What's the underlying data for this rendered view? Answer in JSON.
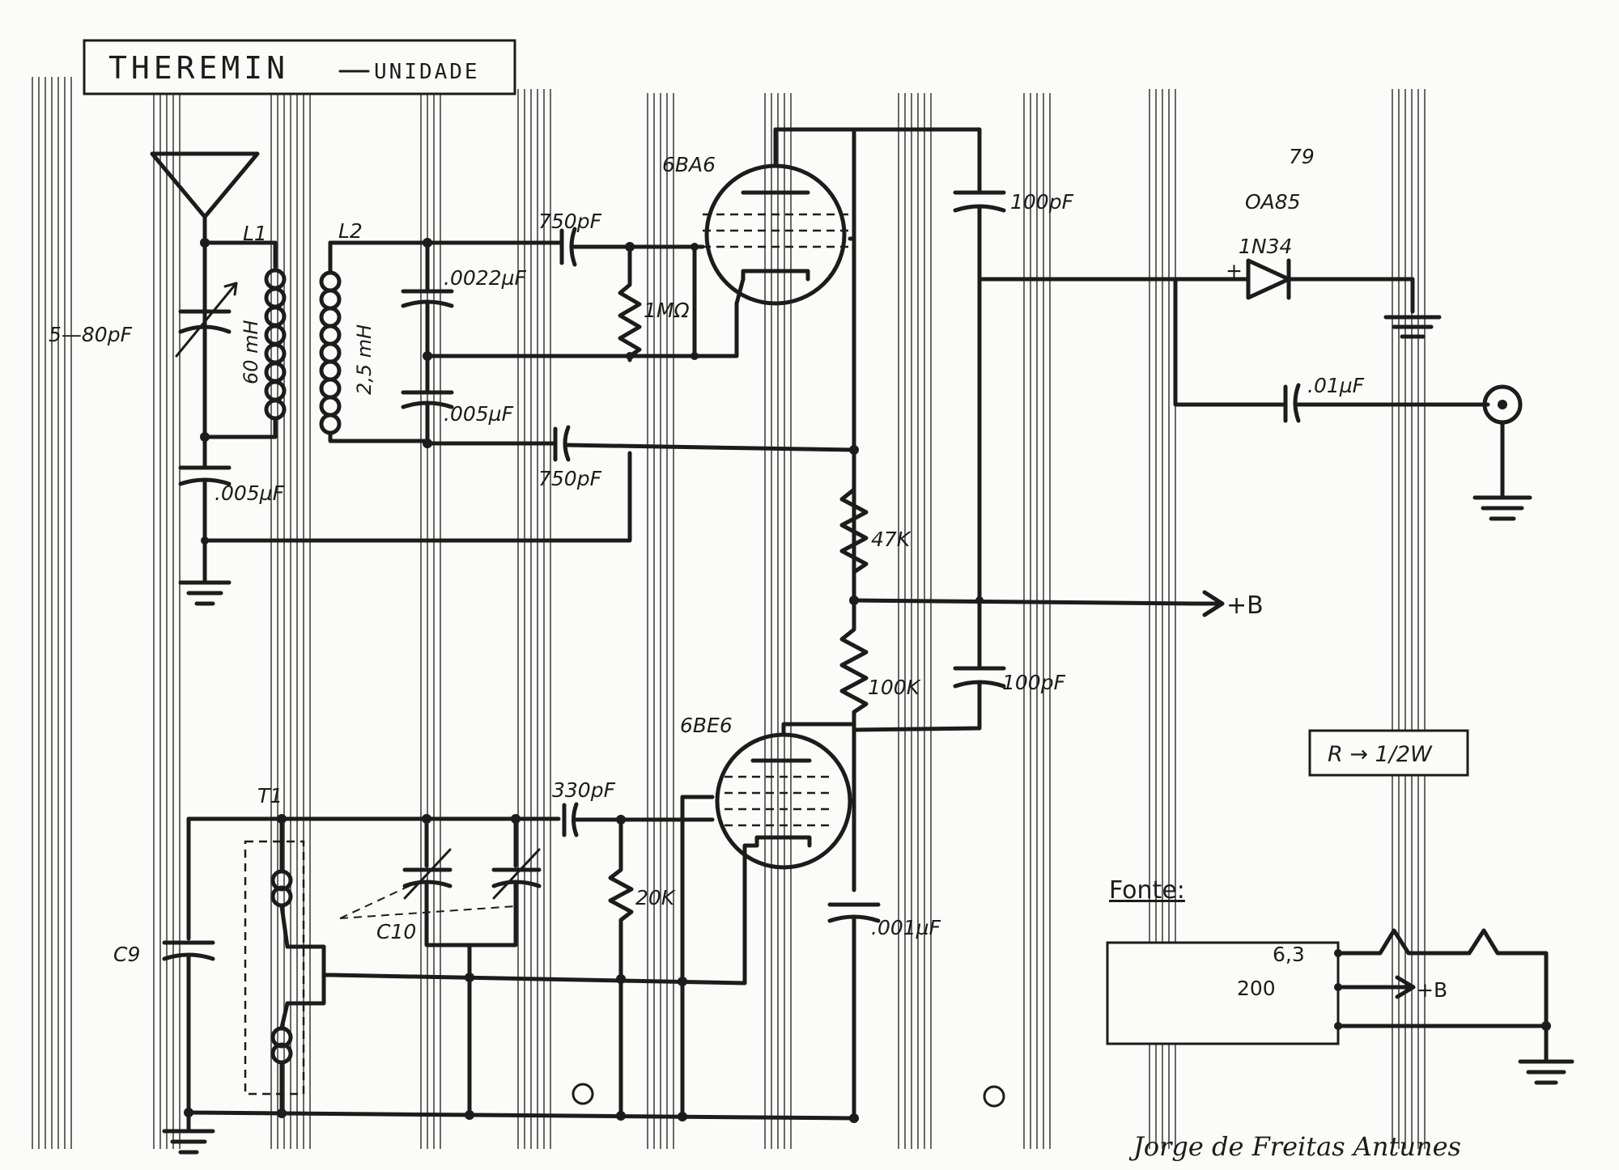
{
  "title": {
    "main": "THEREMIN",
    "sub": "UNIDADE"
  },
  "components": {
    "var_cap_antenna": "5—80pF",
    "l1": "L1",
    "l1_value": "60 mH",
    "l2": "L2",
    "l2_value": "2,5 mH",
    "cap_0022": ".0022µF",
    "cap_750_top": "750pF",
    "cap_750_bottom": "750pF",
    "res_1m": "1MΩ",
    "cap_005_mid": ".005µF",
    "cap_005_left": ".005µF",
    "tube_top": "6BA6",
    "cap_100_top": "100pF",
    "diode_alt_number": "79",
    "diode_alt": "OA85",
    "diode": "1N34",
    "diode_plus": "+",
    "cap_01": ".01µF",
    "res_47k": "47K",
    "plus_b": "+B",
    "res_100k": "100K",
    "cap_100_bottom": "100pF",
    "tube_bottom": "6BE6",
    "t1": "T1",
    "cap_330": "330pF",
    "res_20k": "20K",
    "cap_001": ".001µF",
    "c9": "C9",
    "c10": "C10",
    "resistor_note": "R → 1/2W"
  },
  "power_supply": {
    "heading": "Fonte:",
    "v_heater": "6,3",
    "v_plate": "200",
    "out_label": "+B"
  },
  "signature": "Jorge de Freitas Antunes"
}
